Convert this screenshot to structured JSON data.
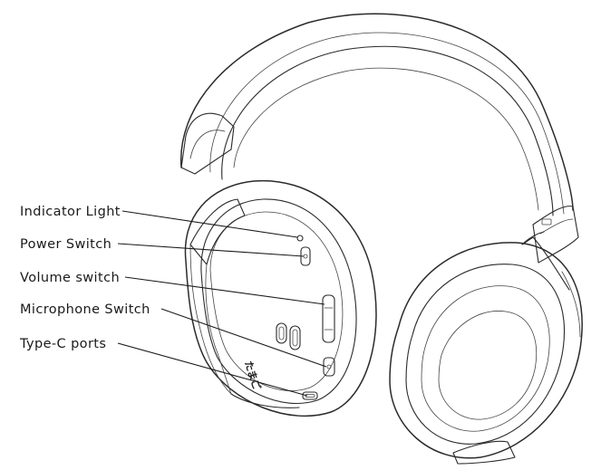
{
  "callouts": [
    {
      "id": "indicator-light",
      "label": "Indicator Light"
    },
    {
      "id": "power-switch",
      "label": "Power Switch"
    },
    {
      "id": "volume-switch",
      "label": "Volume switch"
    },
    {
      "id": "microphone-switch",
      "label": "Microphone Switch"
    },
    {
      "id": "type-c-ports",
      "label": "Type-C ports"
    }
  ],
  "brand_mark": "たまご",
  "colors": {
    "line": "#2b2b2b",
    "background": "#ffffff"
  }
}
